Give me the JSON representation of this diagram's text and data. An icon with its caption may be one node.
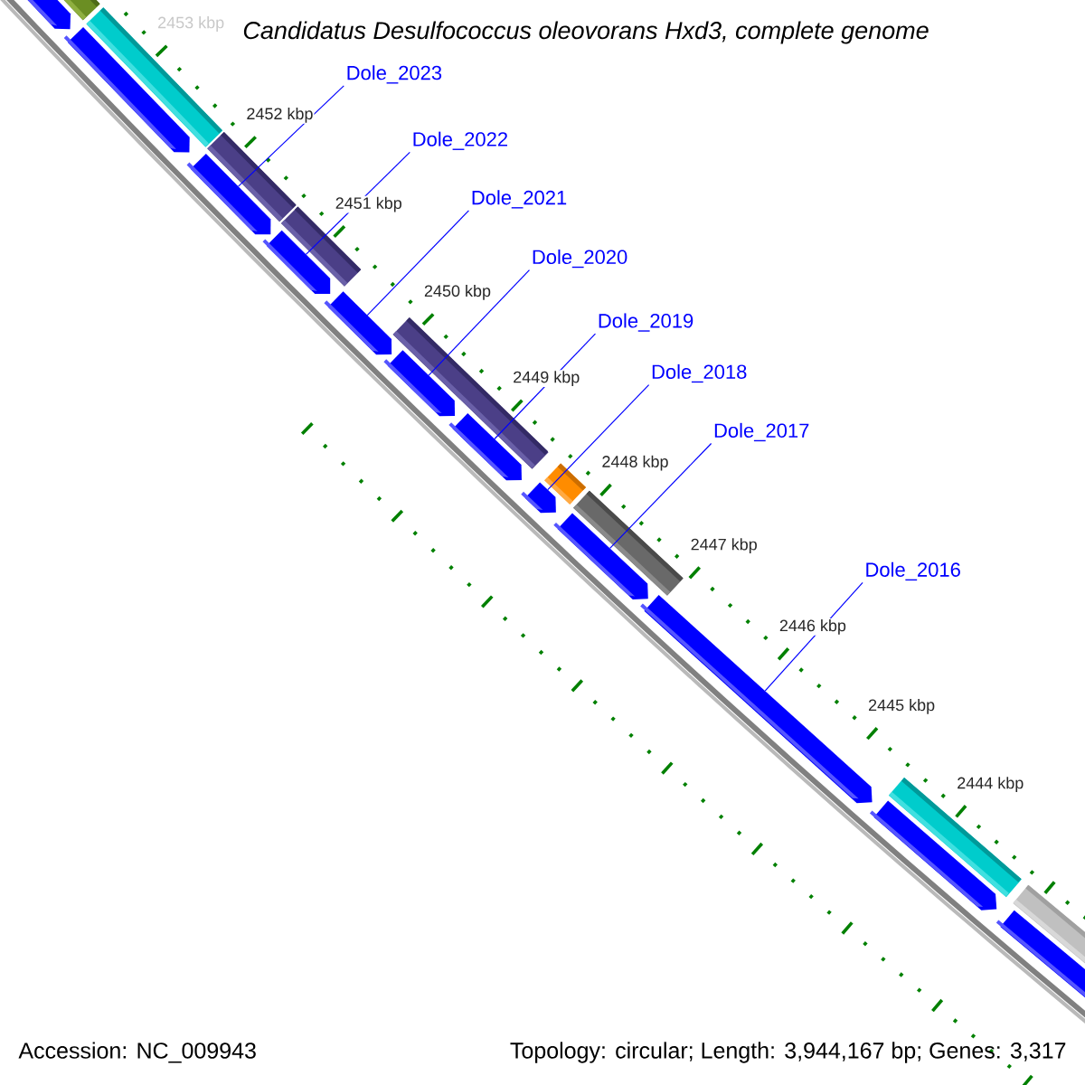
{
  "diagram": {
    "title": "Candidatus Desulfococcus oleovorans Hxd3, complete genome",
    "nodes": [
      {
        "text": [
          "Dole_2023"
        ]
      },
      {
        "text": [
          "Dole_2022"
        ]
      },
      {
        "text": [
          "Dole_2021"
        ]
      },
      {
        "text": [
          "Dole_2020"
        ]
      },
      {
        "text": [
          "Dole_2019"
        ]
      },
      {
        "text": [
          "Dole_2018"
        ]
      },
      {
        "text": [
          "Dole_2017"
        ]
      },
      {
        "text": [
          "Dole_2016"
        ]
      },
      {
        "text": [],
        "shape": "arrow"
      },
      {
        "text": [],
        "shape": "bar"
      },
      {
        "text": [],
        "shape": "arrow"
      },
      {
        "text": [],
        "shape": "bar"
      },
      {
        "text": [],
        "shape": "bar"
      },
      {
        "text": [],
        "shape": "arrow"
      },
      {
        "text": [],
        "shape": "arrow"
      },
      {
        "text": [],
        "shape": "bar"
      },
      {
        "text": [],
        "shape": "arrow"
      },
      {
        "text": [],
        "shape": "bar"
      },
      {
        "text": [],
        "shape": "arrow"
      },
      {
        "text": [],
        "shape": "arrow"
      },
      {
        "text": [],
        "shape": "arrow"
      },
      {
        "text": [],
        "shape": "bar"
      },
      {
        "text": [],
        "shape": "arrow"
      },
      {
        "text": [],
        "shape": "bar"
      },
      {
        "text": [],
        "shape": "arrow"
      },
      {
        "text": [],
        "shape": "arrow"
      },
      {
        "text": [],
        "shape": "bar"
      },
      {
        "text": [],
        "shape": "arrow"
      },
      {
        "text": [],
        "shape": "bar"
      }
    ],
    "edges": [
      {
        "from": 0,
        "to": 13,
        "arrow": "none"
      },
      {
        "from": 1,
        "to": 14,
        "arrow": "none"
      },
      {
        "from": 2,
        "to": 16,
        "arrow": "none"
      },
      {
        "from": 3,
        "to": 18,
        "arrow": "none"
      },
      {
        "from": 4,
        "to": 19,
        "arrow": "none"
      },
      {
        "from": 5,
        "to": 20,
        "arrow": "none"
      },
      {
        "from": 6,
        "to": 22,
        "arrow": "none"
      },
      {
        "from": 7,
        "to": 24,
        "arrow": "none"
      }
    ],
    "labels": [
      "2453 kbp",
      "2452 kbp",
      "2451 kbp",
      "2450 kbp",
      "2449 kbp",
      "2448 kbp",
      "2447 kbp",
      "2446 kbp",
      "2445 kbp",
      "2444 kbp",
      "Accession: NC_009943",
      "Topology: circular; Length: 3,944,167 bp; Genes: 3,317"
    ]
  }
}
